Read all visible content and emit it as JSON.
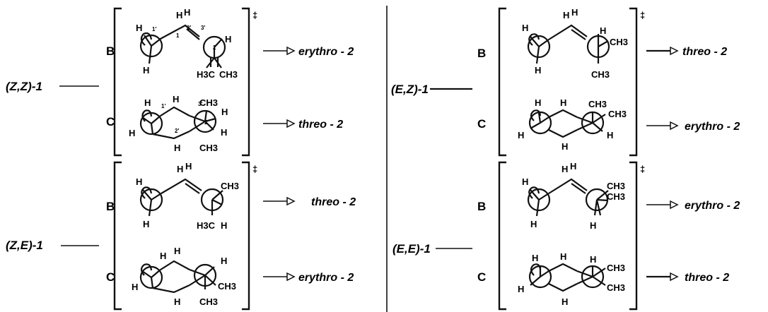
{
  "panels": [
    {
      "reactant": "(Z,Z)-1",
      "branches": [
        {
          "conformer": "B",
          "product": "erythro - 2",
          "atoms": {
            "h1": "H",
            "h2": "H",
            "h3": "H",
            "h4": "H",
            "h5": "H",
            "me1": "H3C",
            "me2": "CH3"
          },
          "locants": [
            "1'",
            "1",
            "2'",
            "3'",
            "2"
          ]
        },
        {
          "conformer": "C",
          "product": "threo - 2",
          "atoms": {
            "h1": "H",
            "h2": "H",
            "h3": "H",
            "h4": "H",
            "h5": "H",
            "h6": "H",
            "me1": "CH3",
            "me2": "CH3"
          },
          "locants": [
            "1'",
            "3'",
            "2'",
            "2"
          ]
        }
      ]
    },
    {
      "reactant": "(Z,E)-1",
      "branches": [
        {
          "conformer": "B",
          "product": "threo - 2",
          "atoms": {
            "h1": "H",
            "h2": "H",
            "h3": "H",
            "h4": "H",
            "me1": "CH3",
            "me2": "H3C",
            "h5": "H"
          }
        },
        {
          "conformer": "C",
          "product": "erythro - 2",
          "atoms": {
            "h1": "H",
            "h2": "H",
            "h3": "H",
            "h4": "H",
            "h5": "H",
            "me1": "CH3",
            "me2": "CH3"
          }
        }
      ]
    },
    {
      "reactant": "(E,Z)-1",
      "branches": [
        {
          "conformer": "B",
          "product": "threo - 2",
          "atoms": {
            "h1": "H",
            "h2": "H",
            "h3": "H",
            "h4": "H",
            "h5": "H",
            "me1": "CH3",
            "me2": "CH3"
          }
        },
        {
          "conformer": "C",
          "product": "erythro - 2",
          "atoms": {
            "h1": "H",
            "h2": "H",
            "h3": "H",
            "h4": "H",
            "h5": "H",
            "me1": "CH3",
            "me2": "CH3"
          }
        }
      ]
    },
    {
      "reactant": "(E,E)-1",
      "branches": [
        {
          "conformer": "B",
          "product": "erythro - 2",
          "atoms": {
            "h1": "H",
            "h2": "H",
            "h3": "H",
            "h4": "H",
            "h5": "H",
            "me1": "CH3",
            "me2": "CH3"
          }
        },
        {
          "conformer": "C",
          "product": "threo - 2",
          "atoms": {
            "h1": "H",
            "h2": "H",
            "h3": "H",
            "h4": "H",
            "h5": "H",
            "me1": "CH3",
            "me2": "CH3"
          }
        }
      ]
    }
  ],
  "ts_symbol": "‡"
}
